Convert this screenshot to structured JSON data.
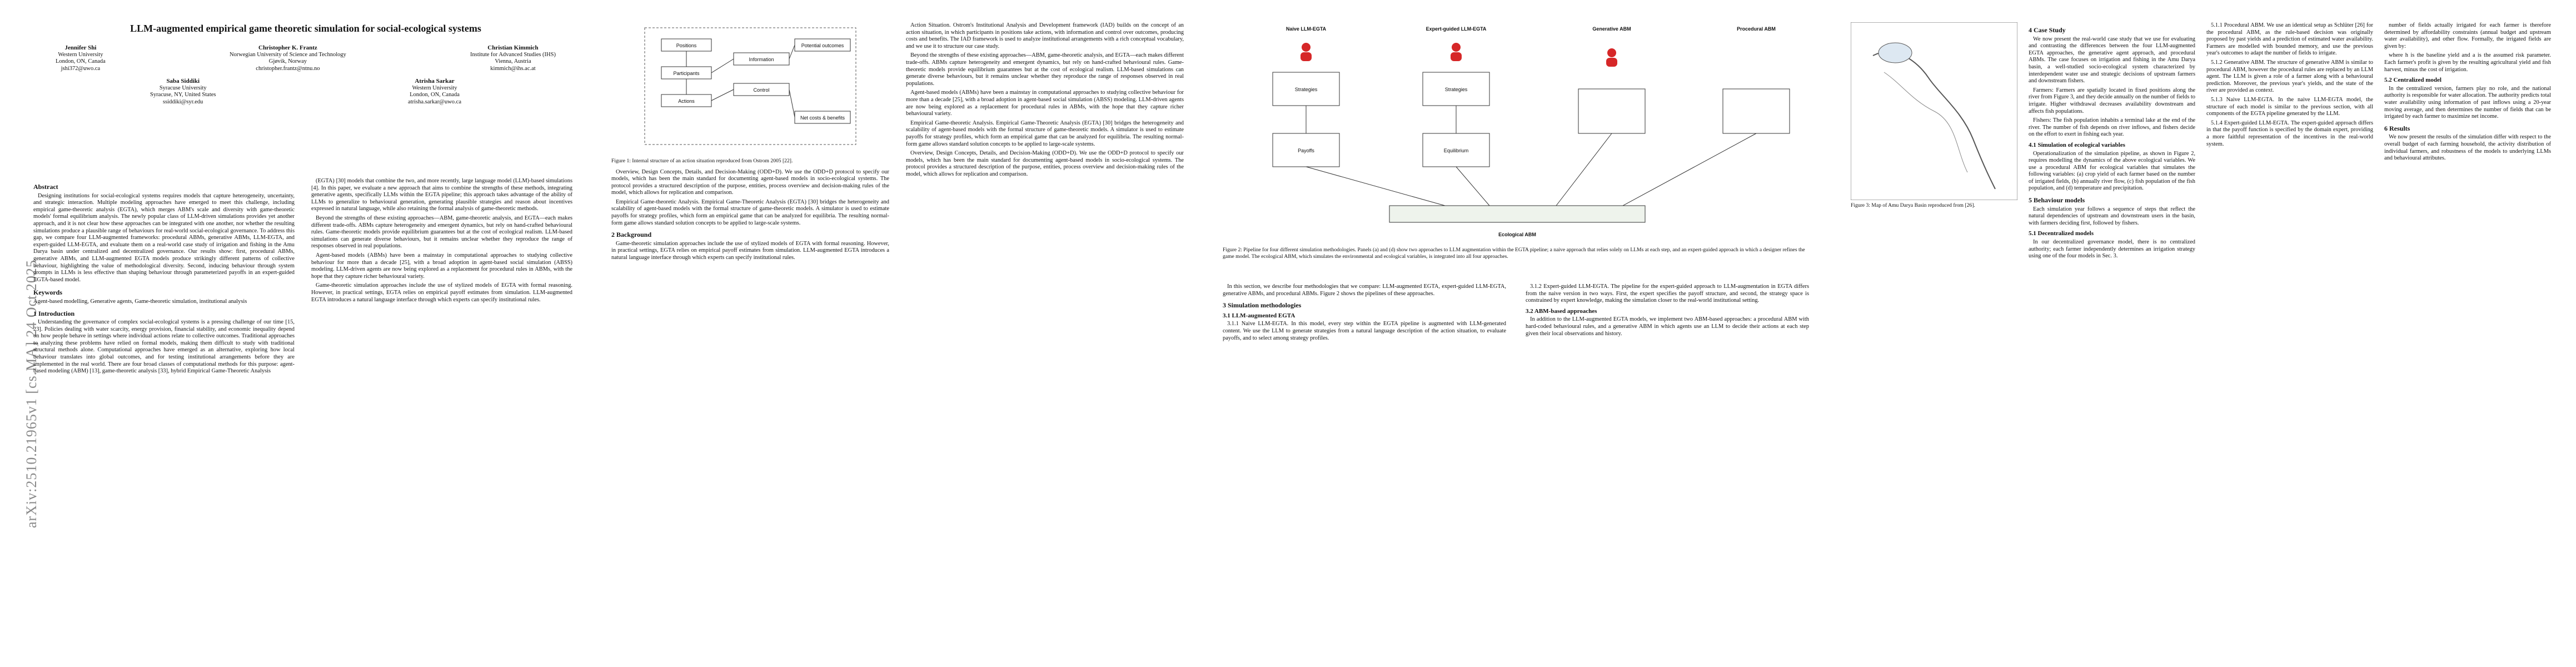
{
  "arxiv_id": "arXiv:2510.21965v1  [cs.MA]  24 Oct 2025",
  "paper": {
    "title": "LLM-augmented empirical game theoretic simulation for social-ecological systems",
    "authors": [
      {
        "name": "Jennifer Shi",
        "affil": "Western University",
        "loc": "London, ON, Canada",
        "email": "jshi372@uwo.ca"
      },
      {
        "name": "Christopher K. Frantz",
        "affil": "Norwegian University of Science and Technology",
        "loc": "Gjøvik, Norway",
        "email": "christopher.frantz@ntnu.no"
      },
      {
        "name": "Christian Kimmich",
        "affil": "Institute for Advanced Studies (IHS)",
        "loc": "Vienna, Austria",
        "email": "kimmich@ihs.ac.at"
      },
      {
        "name": "Saba Siddiki",
        "affil": "Syracuse University",
        "loc": "Syracuse, NY, United States",
        "email": "ssiddiki@syr.edu"
      },
      {
        "name": "Atrisha Sarkar",
        "affil": "Western University",
        "loc": "London, ON, Canada",
        "email": "atrisha.sarkar@uwo.ca"
      }
    ],
    "abstract_heading": "Abstract",
    "abstract": "Designing institutions for social-ecological systems requires models that capture heterogeneity, uncertainty, and strategic interaction. Multiple modeling approaches have emerged to meet this challenge, including empirical game-theoretic analysis (EGTA), which merges ABM's scale and diversity with game-theoretic models' formal equilibrium analysis. The newly popular class of LLM-driven simulations provides yet another approach, and it is not clear how these approaches can be integrated with one another, nor whether the resulting simulations produce a plausible range of behaviours for real-world social-ecological governance. To address this gap, we compare four LLM-augmented frameworks: procedural ABMs, generative ABMs, LLM-EGTA, and expert-guided LLM-EGTA, and evaluate them on a real-world case study of irrigation and fishing in the Amu Darya basin under centralized and decentralized governance. Our results show: first, procedural ABMs, generative ABMs, and LLM-augmented EGTA models produce strikingly different patterns of collective behaviour, highlighting the value of methodological diversity. Second, inducing behaviour through system prompts in LLMs is less effective than shaping behaviour through parameterized payoffs in an expert-guided EGTA-based model.",
    "keywords_heading": "Keywords",
    "keywords": "Agent-based modelling, Generative agents, Game-theoretic simulation, institutional analysis",
    "sections": {
      "s1": "1   Introduction",
      "s2": "2   Background",
      "s3": "3   Simulation methodologies",
      "s31": "3.1   LLM-augmented EGTA",
      "s32": "3.2   ABM-based approaches",
      "s4": "4   Case Study",
      "s41": "4.1   Simulation of ecological variables",
      "s5": "5   Behaviour models",
      "s51": "5.1   Decentralized models",
      "s52": "5.2   Centralized model",
      "s6": "6   Results"
    },
    "paragraphs": {
      "intro1": "Understanding the governance of complex social-ecological systems is a pressing challenge of our time [15, 23]. Policies dealing with water scarcity, energy provision, financial stability, and economic inequality depend on how people behave in settings where individual actions relate to collective outcomes. Traditional approaches to analyzing these problems have relied on formal models, making them difficult to study with traditional structural methods alone. Computational approaches have emerged as an alternative, exploring how local behaviour translates into global outcomes, and for testing institutional arrangements before they are implemented in the real world. There are four broad classes of computational methods for this purpose: agent-based modeling (ABM) [13], game-theoretic analysis [33], hybrid Empirical Game-Theoretic Analysis",
      "intro2": "(EGTA) [30] models that combine the two, and more recently, large language model (LLM)-based simulations [4]. In this paper, we evaluate a new approach that aims to combine the strengths of these methods, integrating generative agents, specifically LLMs within the EGTA pipeline; this approach takes advantage of the ability of LLMs to generalize to behavioural generation, generating plausible strategies and reason about incentives expressed in natural language, while also retaining the formal analysis of game-theoretic methods.",
      "intro3": "Beyond the strengths of these existing approaches—ABM, game-theoretic analysis, and EGTA—each makes different trade-offs. ABMs capture heterogeneity and emergent dynamics, but rely on hand-crafted behavioural rules. Game-theoretic models provide equilibrium guarantees but at the cost of ecological realism. LLM-based simulations can generate diverse behaviours, but it remains unclear whether they reproduce the range of responses observed in real populations.",
      "intro4": "Agent-based models (ABMs) have been a mainstay in computational approaches to studying collective behaviour for more than a decade [25], with a broad adoption in agent-based social simulation (ABSS) modeling. LLM-driven agents are now being explored as a replacement for procedural rules in ABMs, with the hope that they capture richer behavioural variety.",
      "intro5": "Game-theoretic simulation approaches include the use of stylized models of EGTA with formal reasoning. However, in practical settings, EGTA relies on empirical payoff estimates from simulation. LLM-augmented EGTA introduces a natural language interface through which experts can specify institutional rules.",
      "bg1": "Overview, Design Concepts, Details, and Decision-Making (ODD+D). We use the ODD+D protocol to specify our models, which has been the main standard for documenting agent-based models in socio-ecological systems. The protocol provides a structured description of the purpose, entities, process overview and decision-making rules of the model, which allows for replication and comparison.",
      "bg2": "Action Situation. Ostrom's Institutional Analysis and Development framework (IAD) builds on the concept of an action situation, in which participants in positions take actions, with information and control over outcomes, producing costs and benefits. The IAD framework is used to analyze institutional arrangements with a rich conceptual vocabulary, and we use it to structure our case study.",
      "bg3": "Empirical Game-theoretic Analysis. Empirical Game-Theoretic Analysis (EGTA) [30] bridges the heterogeneity and scalability of agent-based models with the formal structure of game-theoretic models. A simulator is used to estimate payoffs for strategy profiles, which form an empirical game that can be analyzed for equilibria. The resulting normal-form game allows standard solution concepts to be applied to large-scale systems.",
      "s3p1": "In this section, we describe four methodologies that we compare: LLM-augmented EGTA, expert-guided LLM-EGTA, generative ABMs, and procedural ABMs. Figure 2 shows the pipelines of these approaches.",
      "s31p1": "3.1.1 Naive LLM-EGTA. In this model, every step within the EGTA pipeline is augmented with LLM-generated content. We use the LLM to generate strategies from a natural language description of the action situation, to evaluate payoffs, and to select among strategy profiles.",
      "s312p1": "3.1.2 Expert-guided LLM-EGTA. The pipeline for the expert-guided approach to LLM-augmentation in EGTA differs from the naive version in two ways. First, the expert specifies the payoff structure, and second, the strategy space is constrained by expert knowledge, making the simulation closer to the real-world institutional setting.",
      "s32p1": "In addition to the LLM-augmented EGTA models, we implement two ABM-based approaches: a procedural ABM with hard-coded behavioural rules, and a generative ABM in which agents use an LLM to decide their actions at each step given their local observations and history.",
      "s4p1": "We now present the real-world case study that we use for evaluating and contrasting the differences between the four LLM-augmented EGTA approaches, the generative agent approach, and procedural ABMs. The case focuses on irrigation and fishing in the Amu Darya basin, a well-studied socio-ecological system characterized by interdependent water use and strategic decisions of upstream farmers and downstream fishers.",
      "s4p2": "Farmers: Farmers are spatially located in fixed positions along the river from Figure 3, and they decide annually on the number of fields to irrigate. Higher withdrawal decreases availability downstream and affects fish populations.",
      "s4p3": "Fishers: The fish population inhabits a terminal lake at the end of the river. The number of fish depends on river inflows, and fishers decide on the effort to exert in fishing each year.",
      "s41p1": "Operationalization of the simulation pipeline, as shown in Figure 2, requires modelling the dynamics of the above ecological variables. We use a procedural ABM for ecological variables that simulates the following variables: (a) crop yield of each farmer based on the number of irrigated fields, (b) annually river flow, (c) fish population of the fish population, and (d) temperature and precipitation.",
      "s5p1": "Each simulation year follows a sequence of steps that reflect the natural dependencies of upstream and downstream users in the basin, with farmers deciding first, followed by fishers.",
      "s51p1": "In our decentralized governance model, there is no centralized authority; each farmer independently determines an irrigation strategy using one of the four models in Sec. 3.",
      "col9p1": "5.1.1 Procedural ABM. We use an identical setup as Schlüter [26] for the procedural ABM, as the rule-based decision was originally proposed by past yields and a prediction of estimated water availability. Farmers are modelled with bounded memory, and use the previous year's outcomes to adapt the number of fields to irrigate.",
      "col9p2": "5.1.2 Generative ABM. The structure of generative ABM is similar to procedural ABM, however the procedural rules are replaced by an LLM agent. The LLM is given a role of a farmer along with a behavioural prediction. Moreover, the previous year's yields, and the state of the river are provided as context.",
      "col9p3": "5.1.3 Naive LLM-EGTA. In the naive LLM-EGTA model, the structure of each model is similar to the previous section, with all components of the EGTA pipeline generated by the LLM.",
      "col9p4": "5.1.4 Expert-guided LLM-EGTA. The expert-guided approach differs in that the payoff function is specified by the domain expert, providing a more faithful representation of the incentives in the real-world system.",
      "col10p1": "number of fields actually irrigated for each farmer is therefore determined by affordability constraints (annual budget and upstream water availability), and other flow. Formally, the irrigated fields are given by:",
      "col10p2": "where h is the baseline yield and a is the assumed risk parameter. Each farmer's profit is given by the resulting agricultural yield and fish harvest, minus the cost of irrigation.",
      "col10p3": "In the centralized version, farmers play no role, and the national authority is responsible for water allocation. The authority predicts total water availability using information of past inflows using a 20-year moving average, and then determines the number of fields that can be irrigated by each farmer to maximize net income.",
      "col10p4": "We now present the results of the simulation differ with respect to the overall budget of each farming household, the activity distribution of individual farmers, and robustness of the models to underlying LLMs and behavioural attributes."
    },
    "figures": {
      "fig1_caption": "Figure 1: Internal structure of an action situation reproduced from Ostrom 2005 [22].",
      "fig2_caption": "Figure 2: Pipeline for four different simulation methodologies. Panels (a) and (d) show two approaches to LLM augmentation within the EGTA pipeline; a naive approach that relies solely on LLMs at each step, and an expert-guided approach in which a designer refines the game model. The ecological ABM, which simulates the environmental and ecological variables, is integrated into all four approaches.",
      "fig3_caption": "Figure 3: Map of Amu Darya Basin reproduced from [26].",
      "fig1_labels": [
        "Positions",
        "Participants",
        "Actions",
        "Information",
        "Control",
        "Net costs & benefits",
        "Potential outcomes"
      ],
      "fig2_labels": [
        "Naive LLM-EGTA",
        "Expert-guided LLM-EGTA",
        "Generative ABM",
        "Procedural ABM",
        "Ecological ABM",
        "Strategies",
        "Payoffs",
        "Equilibrium"
      ]
    }
  }
}
